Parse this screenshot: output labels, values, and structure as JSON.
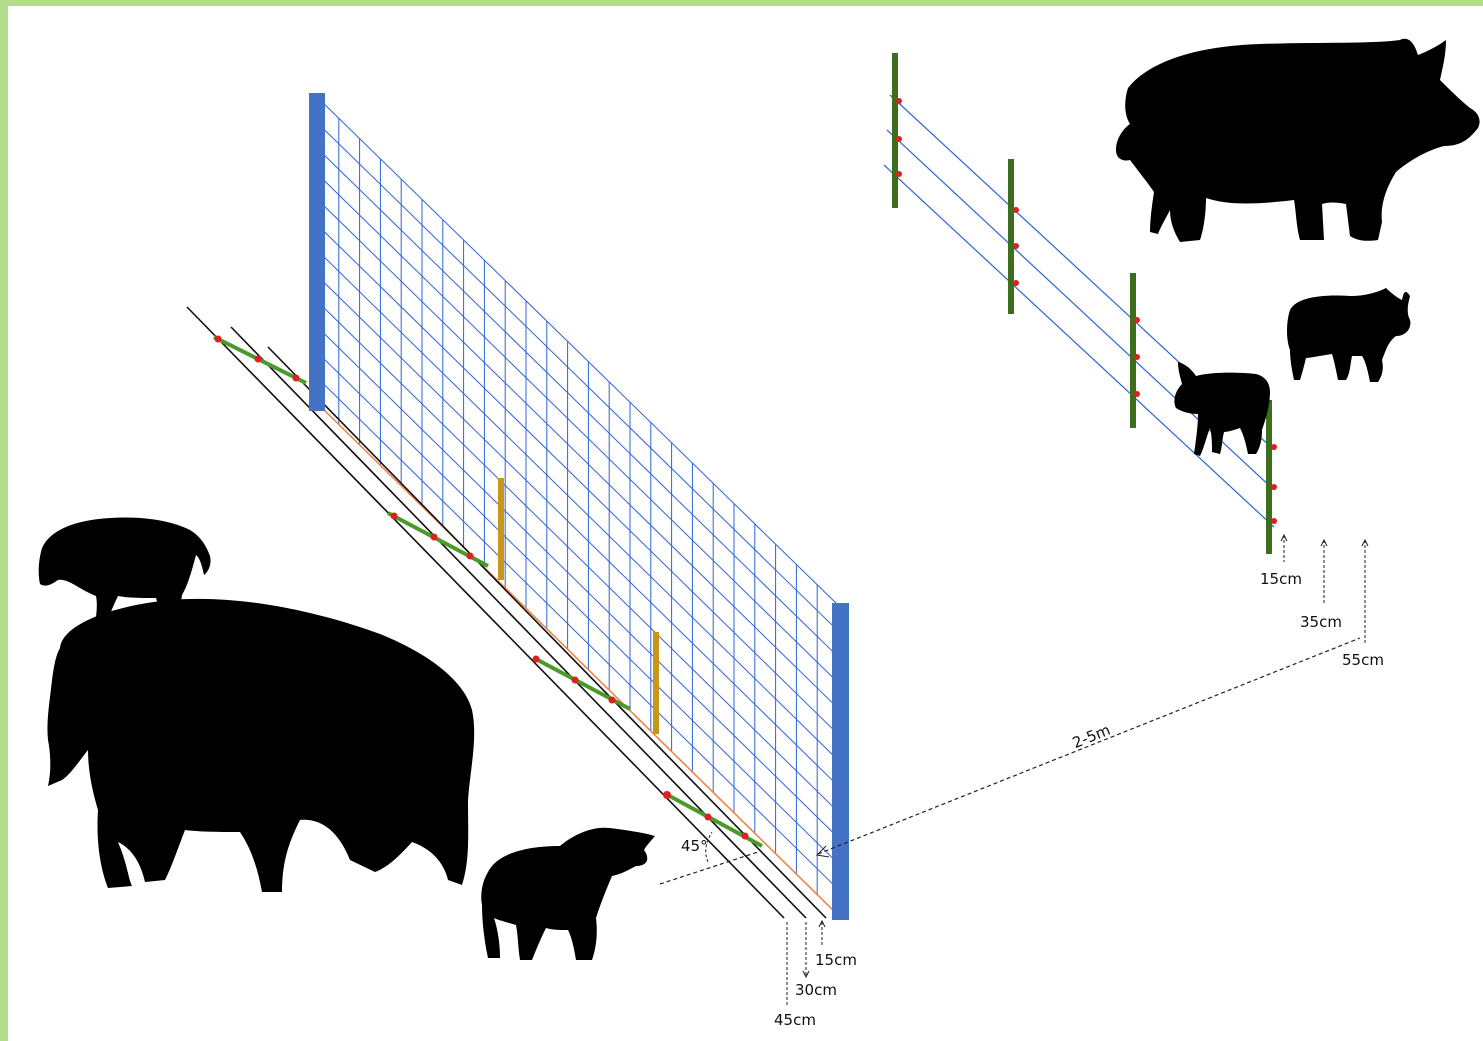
{
  "labels": {
    "wire_heights_main": [
      "15cm",
      "30cm",
      "45cm"
    ],
    "wire_heights_secondary": [
      "15cm",
      "35cm",
      "55cm"
    ],
    "distance": "2-5m",
    "angle": "45°"
  },
  "colors": {
    "page_border": "#b3dd8a",
    "mesh": "#2e63d8",
    "main_post": "#4472c4",
    "brace_post": "#c8961a",
    "green_post": "#3c6e1e",
    "insulator": "#e02020",
    "bottom_wire": "#f08040",
    "electric_wire": "#111111",
    "silhouette": "#000000"
  },
  "icons": [
    "wild-boar-icon",
    "boar-piglet-icon",
    "domestic-pig-icon",
    "domestic-piglet-icon"
  ]
}
